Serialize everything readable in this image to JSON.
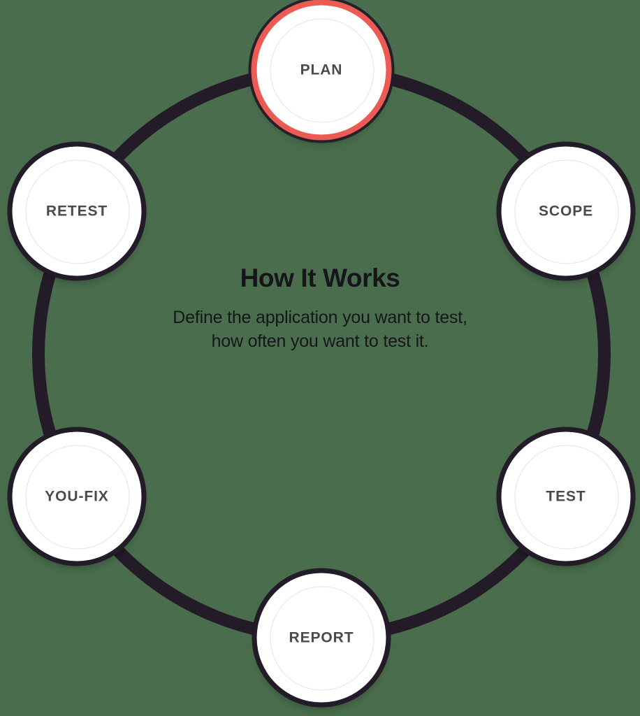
{
  "diagram": {
    "type": "cycle",
    "background_color": "#4a6e4d",
    "ring_color": "#231b27",
    "accent_color": "#ec5a54",
    "node_fill_color": "#ffffff",
    "label_color": "#4b4b4d",
    "center": {
      "title": "How It Works",
      "description": "Define the application you want to test, how often you want to test it."
    },
    "nodes": [
      {
        "id": "plan",
        "label": "PLAN",
        "active": true
      },
      {
        "id": "scope",
        "label": "SCOPE",
        "active": false
      },
      {
        "id": "test",
        "label": "TEST",
        "active": false
      },
      {
        "id": "report",
        "label": "REPORT",
        "active": false
      },
      {
        "id": "youfix",
        "label": "YOU-FIX",
        "active": false
      },
      {
        "id": "retest",
        "label": "RETEST",
        "active": false
      }
    ]
  }
}
